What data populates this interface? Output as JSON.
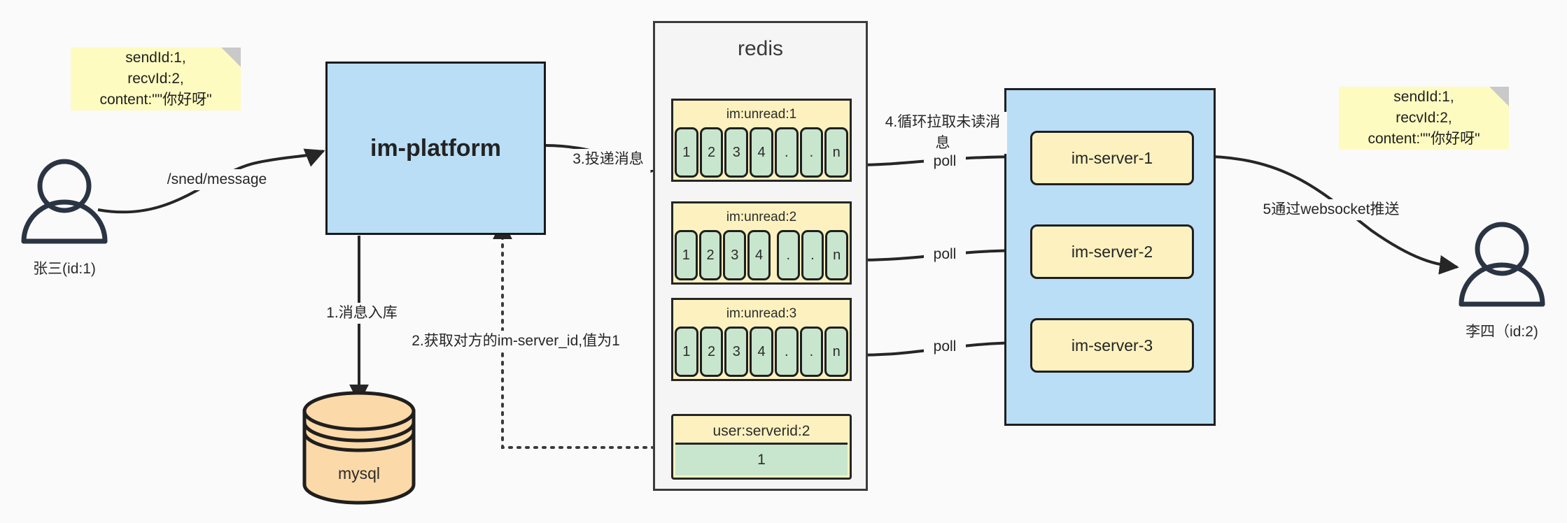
{
  "diagram": {
    "title": "IM message delivery architecture",
    "colors": {
      "note_fill": "#fdfbc0",
      "platform_fill": "#b9def5",
      "redis_fill": "#f5f5f5",
      "key_fill": "#fdf2bf",
      "cell_fill": "#c8e6ce",
      "db_fill": "#fcd9a8",
      "stroke": "#1f1f1f",
      "canvas": "#fafafa"
    }
  },
  "notes": {
    "left": "sendId:1,\nrecvId:2,\ncontent:\"\"你好呀\"",
    "right": "sendId:1,\nrecvId:2,\ncontent:\"\"你好呀\""
  },
  "actors": {
    "sender": {
      "label": "张三(id:1)",
      "icon": "user-icon"
    },
    "receiver": {
      "label": "李四（id:2)",
      "icon": "user-icon"
    }
  },
  "platform": {
    "label": "im-platform"
  },
  "database": {
    "label": "mysql",
    "icon": "database-cylinder-icon"
  },
  "redis": {
    "title": "redis",
    "keys": [
      {
        "name": "im:unread:1",
        "cells": [
          "1",
          "2",
          "3",
          "4",
          ".",
          ".",
          "n"
        ]
      },
      {
        "name": "im:unread:2",
        "cells": [
          "1",
          "2",
          "3",
          "4",
          ".",
          ".",
          "n"
        ]
      },
      {
        "name": "im:unread:3",
        "cells": [
          "1",
          "2",
          "3",
          "4",
          ".",
          ".",
          "n"
        ]
      }
    ],
    "kv": {
      "name": "user:serverid:2",
      "value": "1"
    }
  },
  "cluster": {
    "servers": [
      {
        "label": "im-server-1"
      },
      {
        "label": "im-server-2"
      },
      {
        "label": "im-server-3"
      }
    ]
  },
  "edges": {
    "send_message": "/sned/message",
    "step1": "1.消息入库",
    "step2": "2.获取对方的im-server_id,值为1",
    "step3": "3.投递消息",
    "step4": "4.循环拉取未读消\n息",
    "step5": "5通过websocket推送",
    "poll1": "poll",
    "poll2": "poll",
    "poll3": "poll"
  }
}
